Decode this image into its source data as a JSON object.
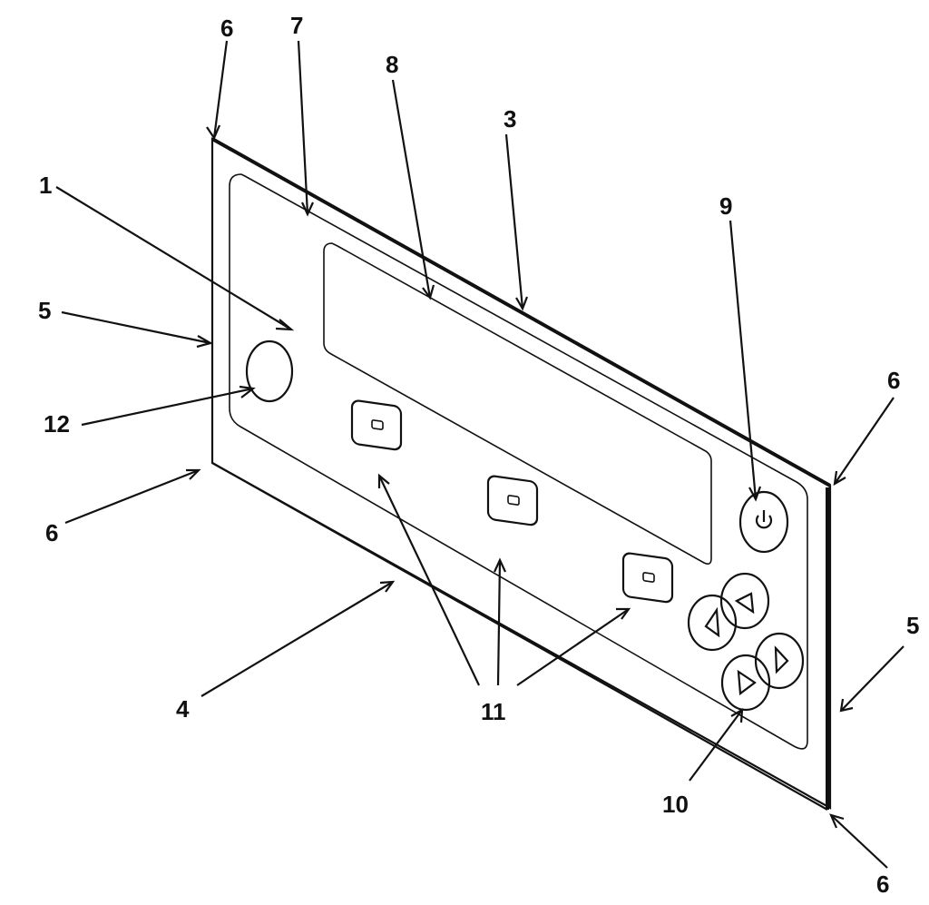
{
  "labels": {
    "front_surface": "1",
    "top_edge": "3",
    "bottom_edge": "4",
    "side_edge_left": "5",
    "side_edge_right": "5",
    "corner_top_left": "6",
    "corner_top_right": "6",
    "corner_bottom_left": "6",
    "corner_bottom_right": "6",
    "inner_border": "7",
    "display_window": "8",
    "power_button": "9",
    "direction_pad": "10",
    "soft_keys": "11",
    "round_indicator": "12"
  }
}
